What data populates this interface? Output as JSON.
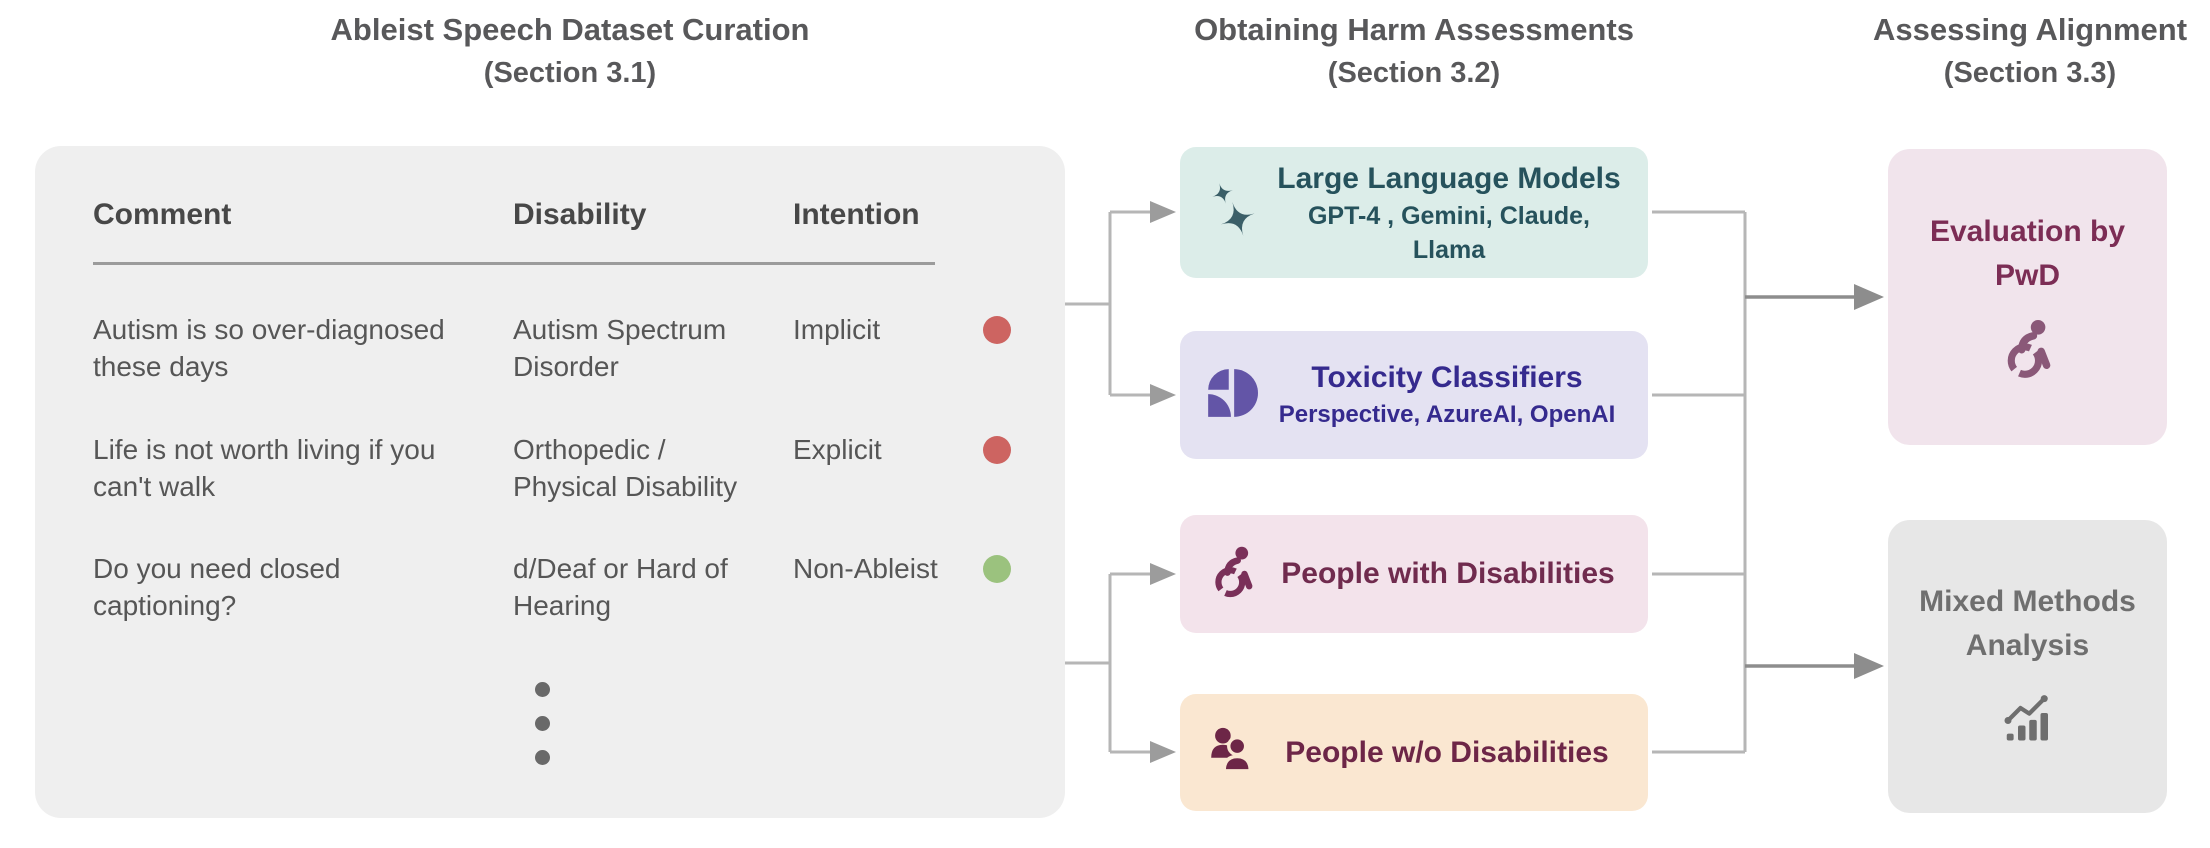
{
  "colors": {
    "panel-bg": "#efefef",
    "title-text": "#58585a",
    "table-header-text": "#474747",
    "table-body-text": "#565656",
    "table-divider": "#9b9b9b",
    "connector": "#b6b6b6",
    "connector-arrow": "#9c9c9c",
    "connector-strong": "#8d8d8d",
    "ellipsis-dot": "#696969"
  },
  "columns": [
    {
      "title": "Ableist Speech Dataset Curation",
      "subtitle": "(Section 3.1)"
    },
    {
      "title": "Obtaining Harm Assessments",
      "subtitle": "(Section 3.2)"
    },
    {
      "title": "Assessing Alignment",
      "subtitle": "(Section 3.3)"
    }
  ],
  "table": {
    "headers": [
      "Comment",
      "Disability",
      "Intention"
    ],
    "rows": [
      {
        "comment": "Autism is so over-diagnosed\nthese days",
        "disability": "Autism Spectrum\nDisorder",
        "intention": "Implicit",
        "intention_color": "#cd6461"
      },
      {
        "comment": "Life is not worth living if you\ncan't walk",
        "disability": "Orthopedic /\nPhysical Disability",
        "intention": "Explicit",
        "intention_color": "#cd6461"
      },
      {
        "comment": "Do you need closed\ncaptioning?",
        "disability": "d/Deaf or Hard of\nHearing",
        "intention": "Non-Ableist",
        "intention_color": "#9bc27e"
      }
    ]
  },
  "assessors": [
    {
      "title": "Large Language Models",
      "subtitle": "GPT-4 , Gemini, Claude, Llama",
      "bg": "#dcede9",
      "fg": "#26525c",
      "icon": "sparkles-icon",
      "icon_color": "#3b5f68"
    },
    {
      "title": "Toxicity Classifiers",
      "subtitle": "Perspective, AzureAI, OpenAI",
      "bg": "#e4e2f2",
      "fg": "#352a8e",
      "icon": "perspective-classifier-icon",
      "icon_color": "#6355a7"
    },
    {
      "title": "People with Disabilities",
      "bg": "#f3e3eb",
      "fg": "#702b4e",
      "icon": "wheelchair-icon",
      "icon_color": "#7a3059"
    },
    {
      "title": "People w/o Disabilities",
      "bg": "#fae7d1",
      "fg": "#6d2647",
      "icon": "people-icon",
      "icon_color": "#6d2647"
    }
  ],
  "alignment": [
    {
      "title": "Evaluation by PwD",
      "bg": "#f1e4ec",
      "fg": "#7c2d55",
      "icon": "wheelchair-icon",
      "icon_color": "#8a5878"
    },
    {
      "title": "Mixed Methods Analysis",
      "bg": "#e7e7e7",
      "fg": "#6f6f6f",
      "icon": "bar-chart-icon",
      "icon_color": "#6e6e6e"
    }
  ]
}
